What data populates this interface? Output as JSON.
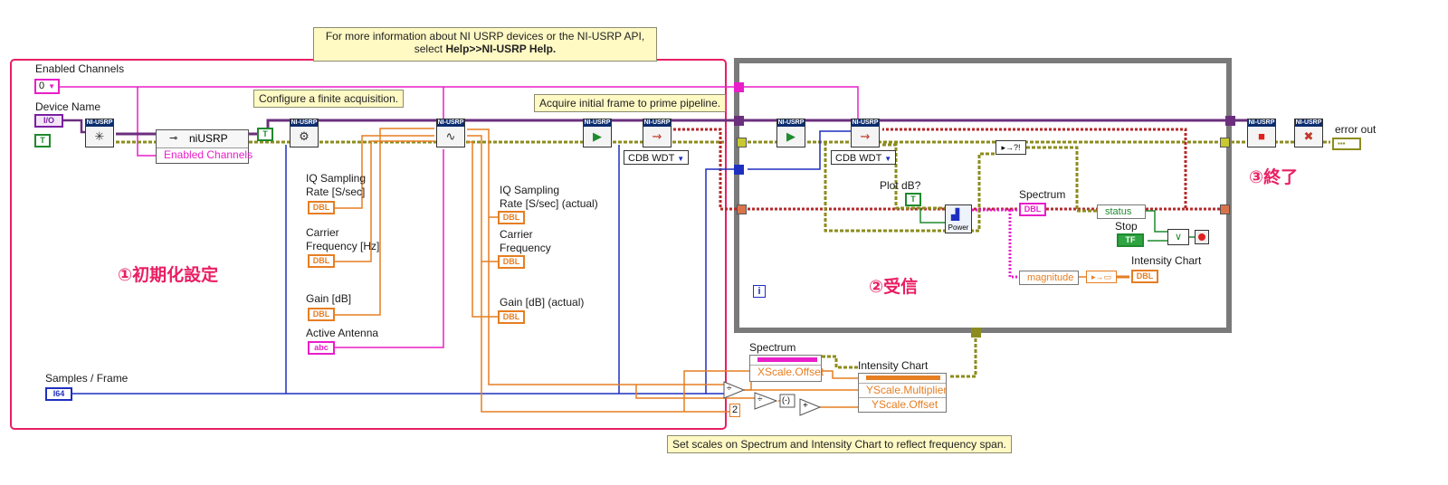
{
  "note_top": {
    "line1": "For more information about NI USRP devices or the NI-USRP API,",
    "line2_prefix": "select ",
    "line2_bold": "Help>>NI-USRP Help."
  },
  "note_finite": "Configure a finite acquisition.",
  "note_prime": "Acquire initial frame to prime pipeline.",
  "note_scales": "Set scales on Spectrum and Intensity Chart to reflect frequency span.",
  "labels": {
    "enabled_channels": "Enabled Channels",
    "enabled_channels_value": "0",
    "device_name": "Device Name",
    "niusrp": "niUSRP",
    "enabled_channels_prop": "Enabled Channels",
    "iq_rate_l1": "IQ Sampling",
    "iq_rate_l2": "Rate [S/sec]",
    "carrier_l1": "Carrier",
    "carrier_l2": "Frequency [Hz]",
    "gain": "Gain [dB]",
    "antenna": "Active Antenna",
    "samples_frame": "Samples / Frame",
    "iq_actual_l1": "IQ Sampling",
    "iq_actual_l2": "Rate [S/sec] (actual)",
    "carrier_actual_l1": "Carrier",
    "carrier_actual_l2": "Frequency",
    "gain_actual": "Gain [dB] (actual)",
    "cdb_wdt": "CDB WDT",
    "plot_db": "Plot dB?",
    "spectrum": "Spectrum",
    "status": "status",
    "stop": "Stop",
    "magnitude": "magnitude",
    "intensity_chart": "Intensity Chart",
    "error_out": "error out",
    "power": "Power",
    "spectrum_bottom": "Spectrum",
    "xscale_offset": "XScale.Offset",
    "intensity_chart_bottom": "Intensity Chart",
    "yscale_multiplier": "YScale.Multiplier",
    "yscale_offset": "YScale.Offset",
    "const_two": "2",
    "iter_i": "i"
  },
  "terminals": {
    "io": "I/O",
    "dbl": "DBL",
    "i64": "I64",
    "abc": "abc",
    "tf": "TF",
    "t": "T"
  },
  "vi_header": "NI-USRP",
  "sections": {
    "init": "①初期化設定",
    "receive": "②受信",
    "end": "③終了"
  },
  "colors": {
    "init_frame": "#e91e63",
    "loop_frame": "#7a7a7a",
    "error_wire": "#b5292b",
    "task_wire": "#6b2f7d",
    "numeric_dbl": "#e67e22",
    "numeric_int": "#1e2fbf",
    "string_wire": "#e91ec9",
    "boolean_wire": "#1f8a2e",
    "cluster_wire": "#8c8c1e"
  }
}
